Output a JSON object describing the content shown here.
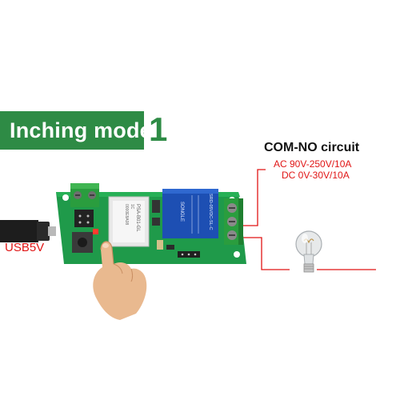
{
  "banner": {
    "title": "Inching mode",
    "number": "1",
    "color": "#2e8b45"
  },
  "circuit": {
    "title": "COM-NO circuit",
    "ac_spec": "AC 90V-250V/10A",
    "dc_spec": "DC 0V-30V/10A",
    "wire_color": "#e01515"
  },
  "usb": {
    "label": "USB5V"
  },
  "board": {
    "module_text": [
      "PSA-B01-GL",
      "1C",
      "0000E8A08"
    ],
    "relay_text": [
      "SRD-05VDC-SL-C",
      "SONGLE"
    ],
    "pcb_color": "#1f9a4a",
    "relay_color": "#1d4fb3"
  },
  "icons": [
    "lightbulb-icon",
    "hand-icon",
    "usb-cable-icon",
    "relay-board-icon"
  ]
}
